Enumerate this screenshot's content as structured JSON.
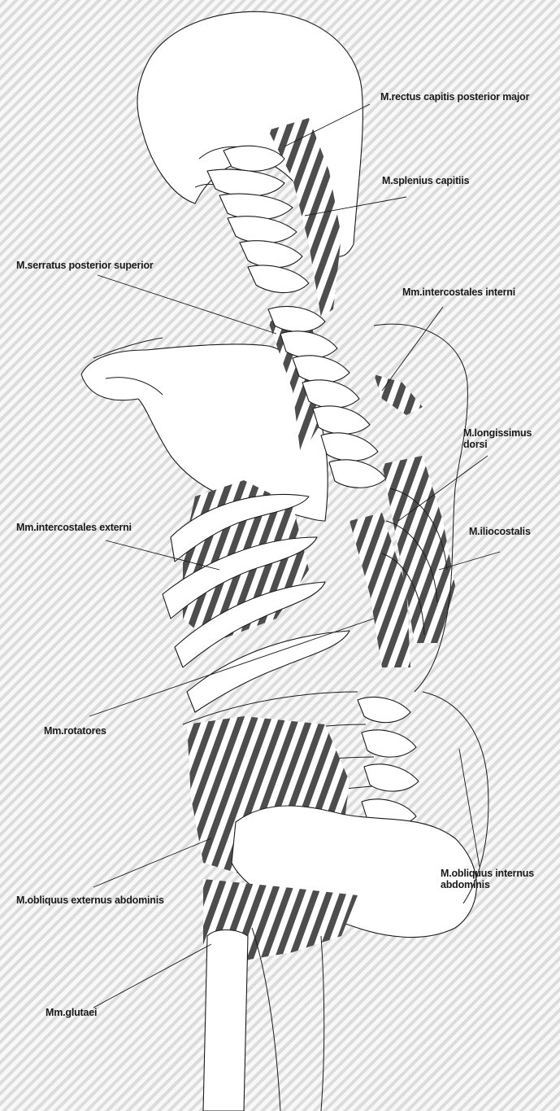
{
  "figure": {
    "labels": {
      "rectus_capitis": "M.rectus capitis posterior major",
      "splenius_capitis": "M.splenius capitiis",
      "serratus_posterior": "M.serratus posterior superior",
      "intercostales_interni": "Mm.intercostales interni",
      "longissimus_line1": "M.longissimus",
      "longissimus_line2": "dorsi",
      "intercostales_externi": "Mm.intercostales externi",
      "iliocostalis": "M.iliocostalis",
      "rotatores": "Mm.rotatores",
      "obliquus_externus": "M.obliquus externus abdominis",
      "obliquus_internus_line1": "M.obliquus internus",
      "obliquus_internus_line2": "abdominis",
      "glutaei": "Mm.glutaei"
    },
    "colors": {
      "background_light": "#f8f8f8",
      "background_stripe": "#dcdcdc",
      "muscle_stripe_dark": "#4d4d4d",
      "muscle_stripe_light": "#ffffff",
      "outline": "#1a1a1a"
    }
  }
}
